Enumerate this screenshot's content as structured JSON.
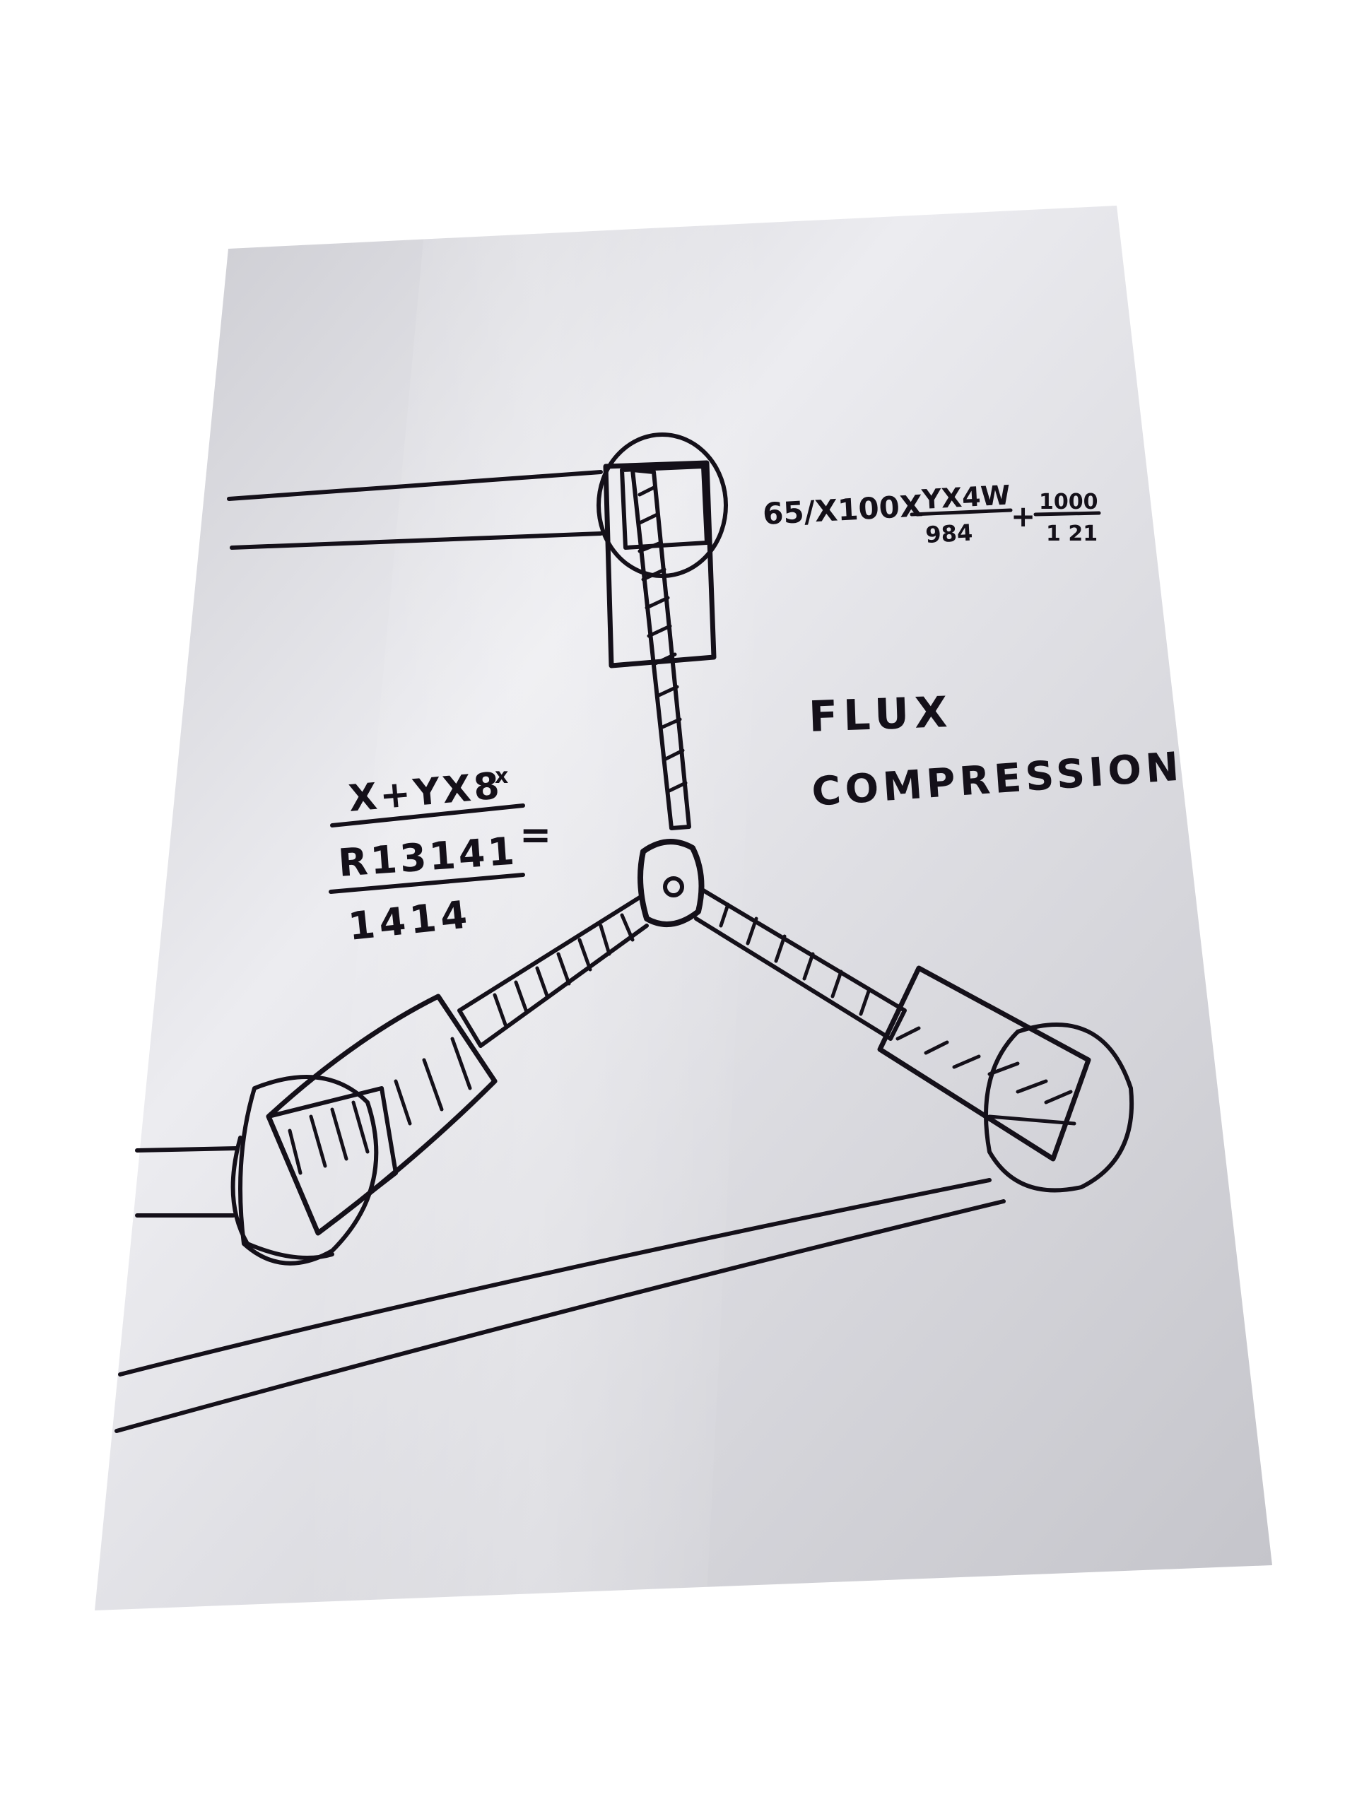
{
  "photo": {
    "subject": "flux-capacitor-sketch-on-reflective-panel",
    "background_color": "#ffffff",
    "panel_color_light": "#efeff2",
    "panel_color_mid": "#d2d2d8",
    "panel_color_dark": "#bdbdc4",
    "ink_color": "#141019"
  },
  "sketch": {
    "title_line1": "FLUX",
    "title_line2": "COMPRESSION",
    "formula_top": {
      "main": "65/X100X",
      "numerator": "YX4W",
      "denominator": "984",
      "plus": "+",
      "fraction_num": "1000",
      "fraction_den": "1 21"
    },
    "formula_left": {
      "line1": "X+YX8",
      "superscript": "x",
      "line2": "R13141",
      "equals": "=",
      "line3": "1414"
    }
  }
}
